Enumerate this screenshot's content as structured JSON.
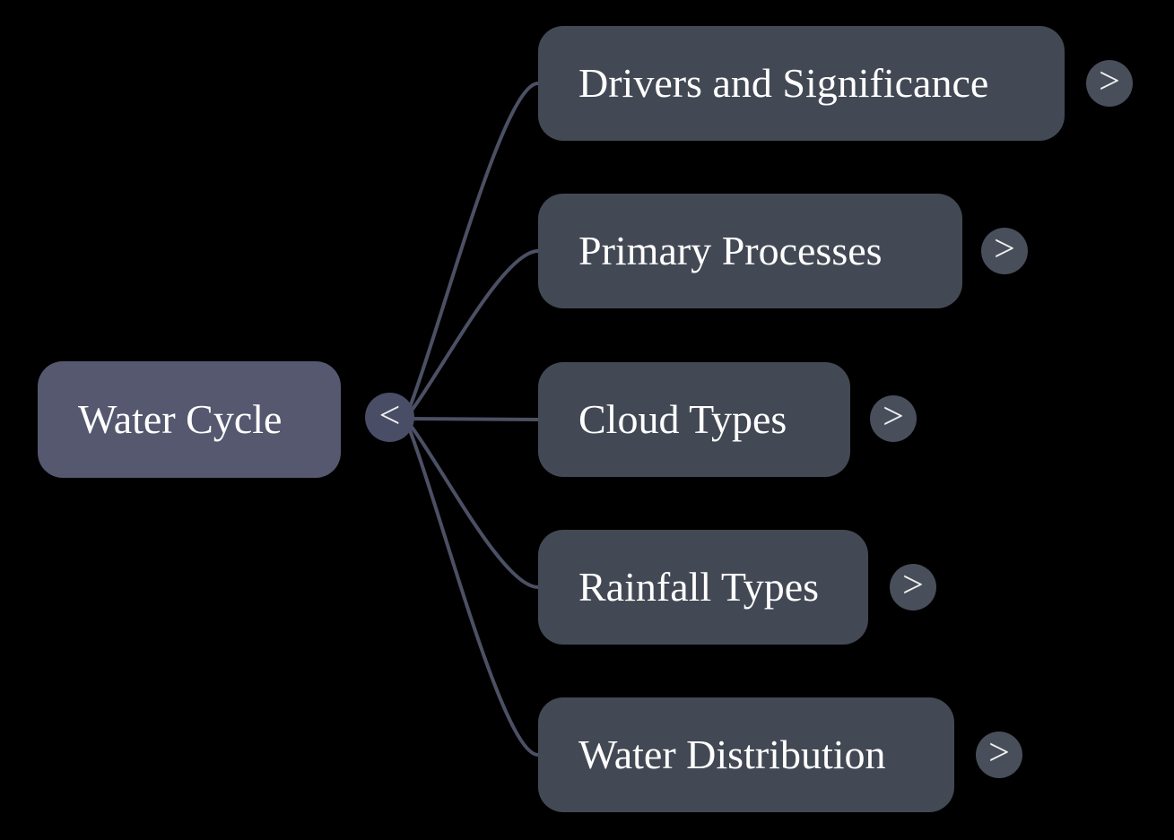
{
  "mindmap": {
    "root": {
      "label": "Water Cycle"
    },
    "children": [
      {
        "label": "Drivers and Significance"
      },
      {
        "label": "Primary Processes"
      },
      {
        "label": "Cloud Types"
      },
      {
        "label": "Rainfall Types"
      },
      {
        "label": "Water Distribution"
      }
    ],
    "toggles": {
      "collapse_glyph": "<",
      "expand_glyph": ">"
    },
    "colors": {
      "background": "#000000",
      "root_node": "#55586F",
      "child_node": "#434954",
      "collapse_circle": "#494D66",
      "expand_circle": "#484E5A",
      "link": "#4C5064",
      "text": "#FFFFFF"
    }
  }
}
